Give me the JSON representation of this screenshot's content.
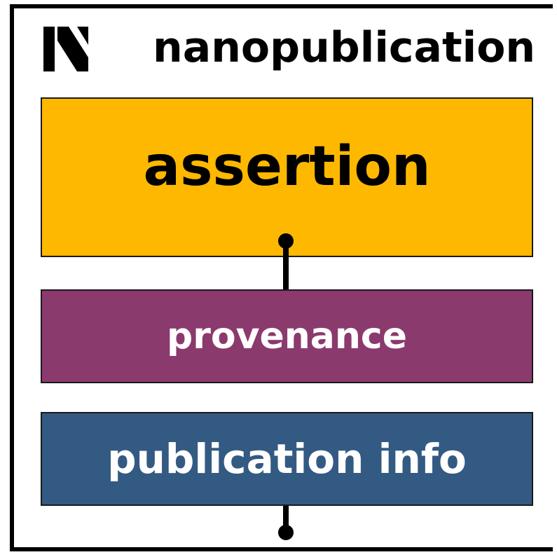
{
  "title": "nanopublication",
  "logo_icon": "nanopub-n-logo-icon",
  "graphs": {
    "assertion": "assertion",
    "provenance": "provenance",
    "publication_info": "publication info"
  },
  "colors": {
    "assertion": "#FFB800",
    "provenance": "#8B3A6E",
    "publication_info": "#335A83"
  }
}
